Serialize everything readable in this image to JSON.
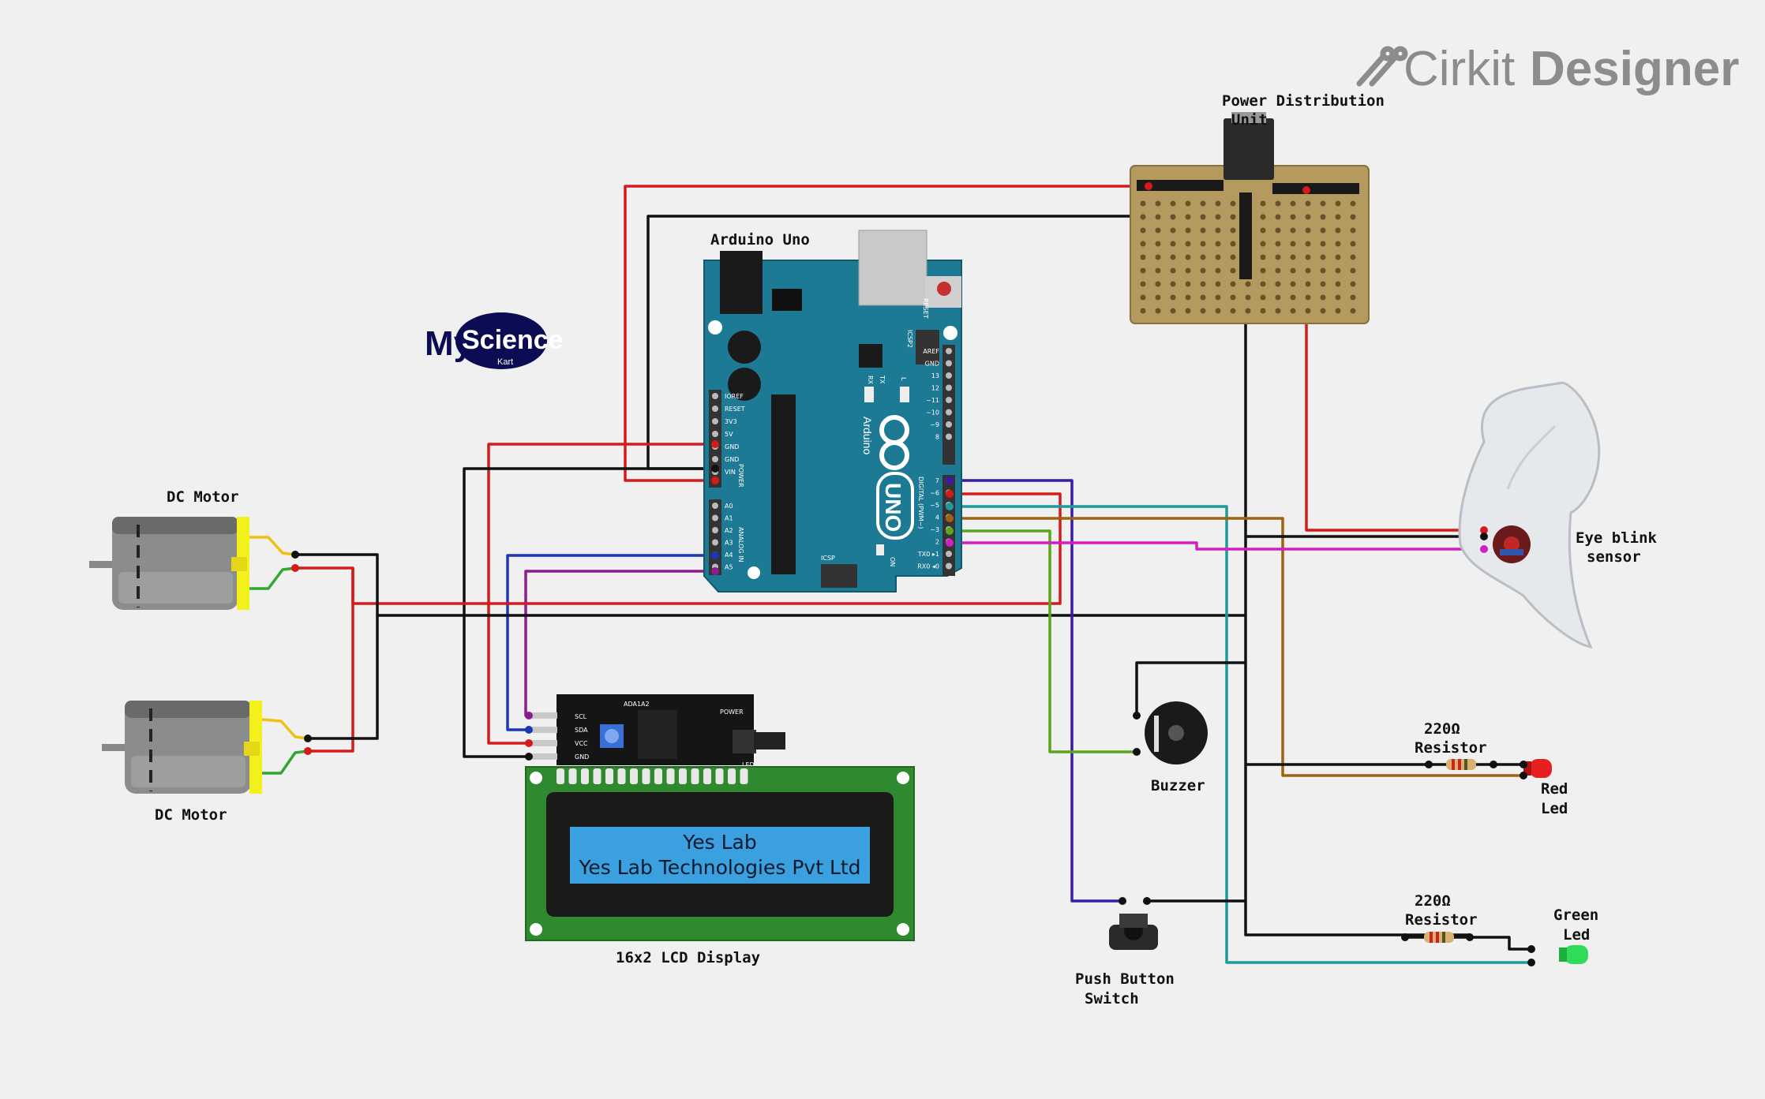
{
  "branding": {
    "logo_word1": "Cirkit",
    "logo_word2": "Designer",
    "logo_icon": "cirkit-pin-icon"
  },
  "watermark": {
    "text_my": "My",
    "text_science": "Science",
    "text_kart": "Kart"
  },
  "labels": {
    "power_distribution": [
      "Power Distribution",
      "Unit"
    ],
    "arduino": "Arduino Uno",
    "dc_motor_top": "DC Motor",
    "dc_motor_bottom": "DC Motor",
    "lcd": "16x2 LCD Display",
    "eye_blink": [
      "Eye blink",
      "sensor"
    ],
    "buzzer": "Buzzer",
    "resistor_red": [
      "220Ω",
      "Resistor"
    ],
    "red_led": [
      "Red",
      "Led"
    ],
    "resistor_green": [
      "220Ω",
      "Resistor"
    ],
    "green_led": [
      "Green",
      "Led"
    ],
    "push_button": [
      "Push Button",
      "Switch"
    ]
  },
  "lcd_screen": {
    "line1": "Yes Lab",
    "line2": "Yes Lab Technologies Pvt Ltd"
  },
  "i2c_pins": [
    "GND",
    "VCC",
    "SDA",
    "SCL"
  ],
  "i2c_board_text": {
    "top": "ADA1A2",
    "power": "POWER",
    "led": "LED"
  },
  "arduino_text": {
    "brand": "Arduino",
    "model": "UNO",
    "reset": "RESET",
    "icsp2": "ICSP2",
    "icsp": "ICSP",
    "on": "ON",
    "tx": "TX",
    "rx": "RX",
    "l": "L",
    "power": "POWER",
    "analog_in": "ANALOG IN",
    "digital": "DIGITAL (PWM~)",
    "power_pins": [
      "IOREF",
      "RESET",
      "3V3",
      "5V",
      "GND",
      "GND",
      "VIN"
    ],
    "analog_pins": [
      "A0",
      "A1",
      "A2",
      "A3",
      "A4",
      "A5"
    ],
    "digital_top_pins": [
      "AREF",
      "GND",
      "13",
      "12",
      "~11",
      "~10",
      "~9",
      "8"
    ],
    "digital_bottom_pins": [
      "7",
      "~6",
      "~5",
      "4",
      "~3",
      "2",
      "TX0 ▸1",
      "RX0 ◂0"
    ]
  },
  "colors": {
    "background": "#f0f0f0",
    "wire_red": "#d41a1a",
    "wire_black": "#111111",
    "wire_blue": "#1c37b5",
    "wire_purple": "#8a1c8c",
    "wire_indigo": "#3a1aa8",
    "wire_teal": "#1f9a9a",
    "wire_green": "#5aa61a",
    "wire_brown": "#a0620f",
    "wire_magenta": "#d21fc3",
    "arduino_board": "#1d7a95",
    "lcd_board": "#2f8a2f",
    "lcd_screen": "#3aa0e0",
    "perfboard": "#b59a60"
  }
}
